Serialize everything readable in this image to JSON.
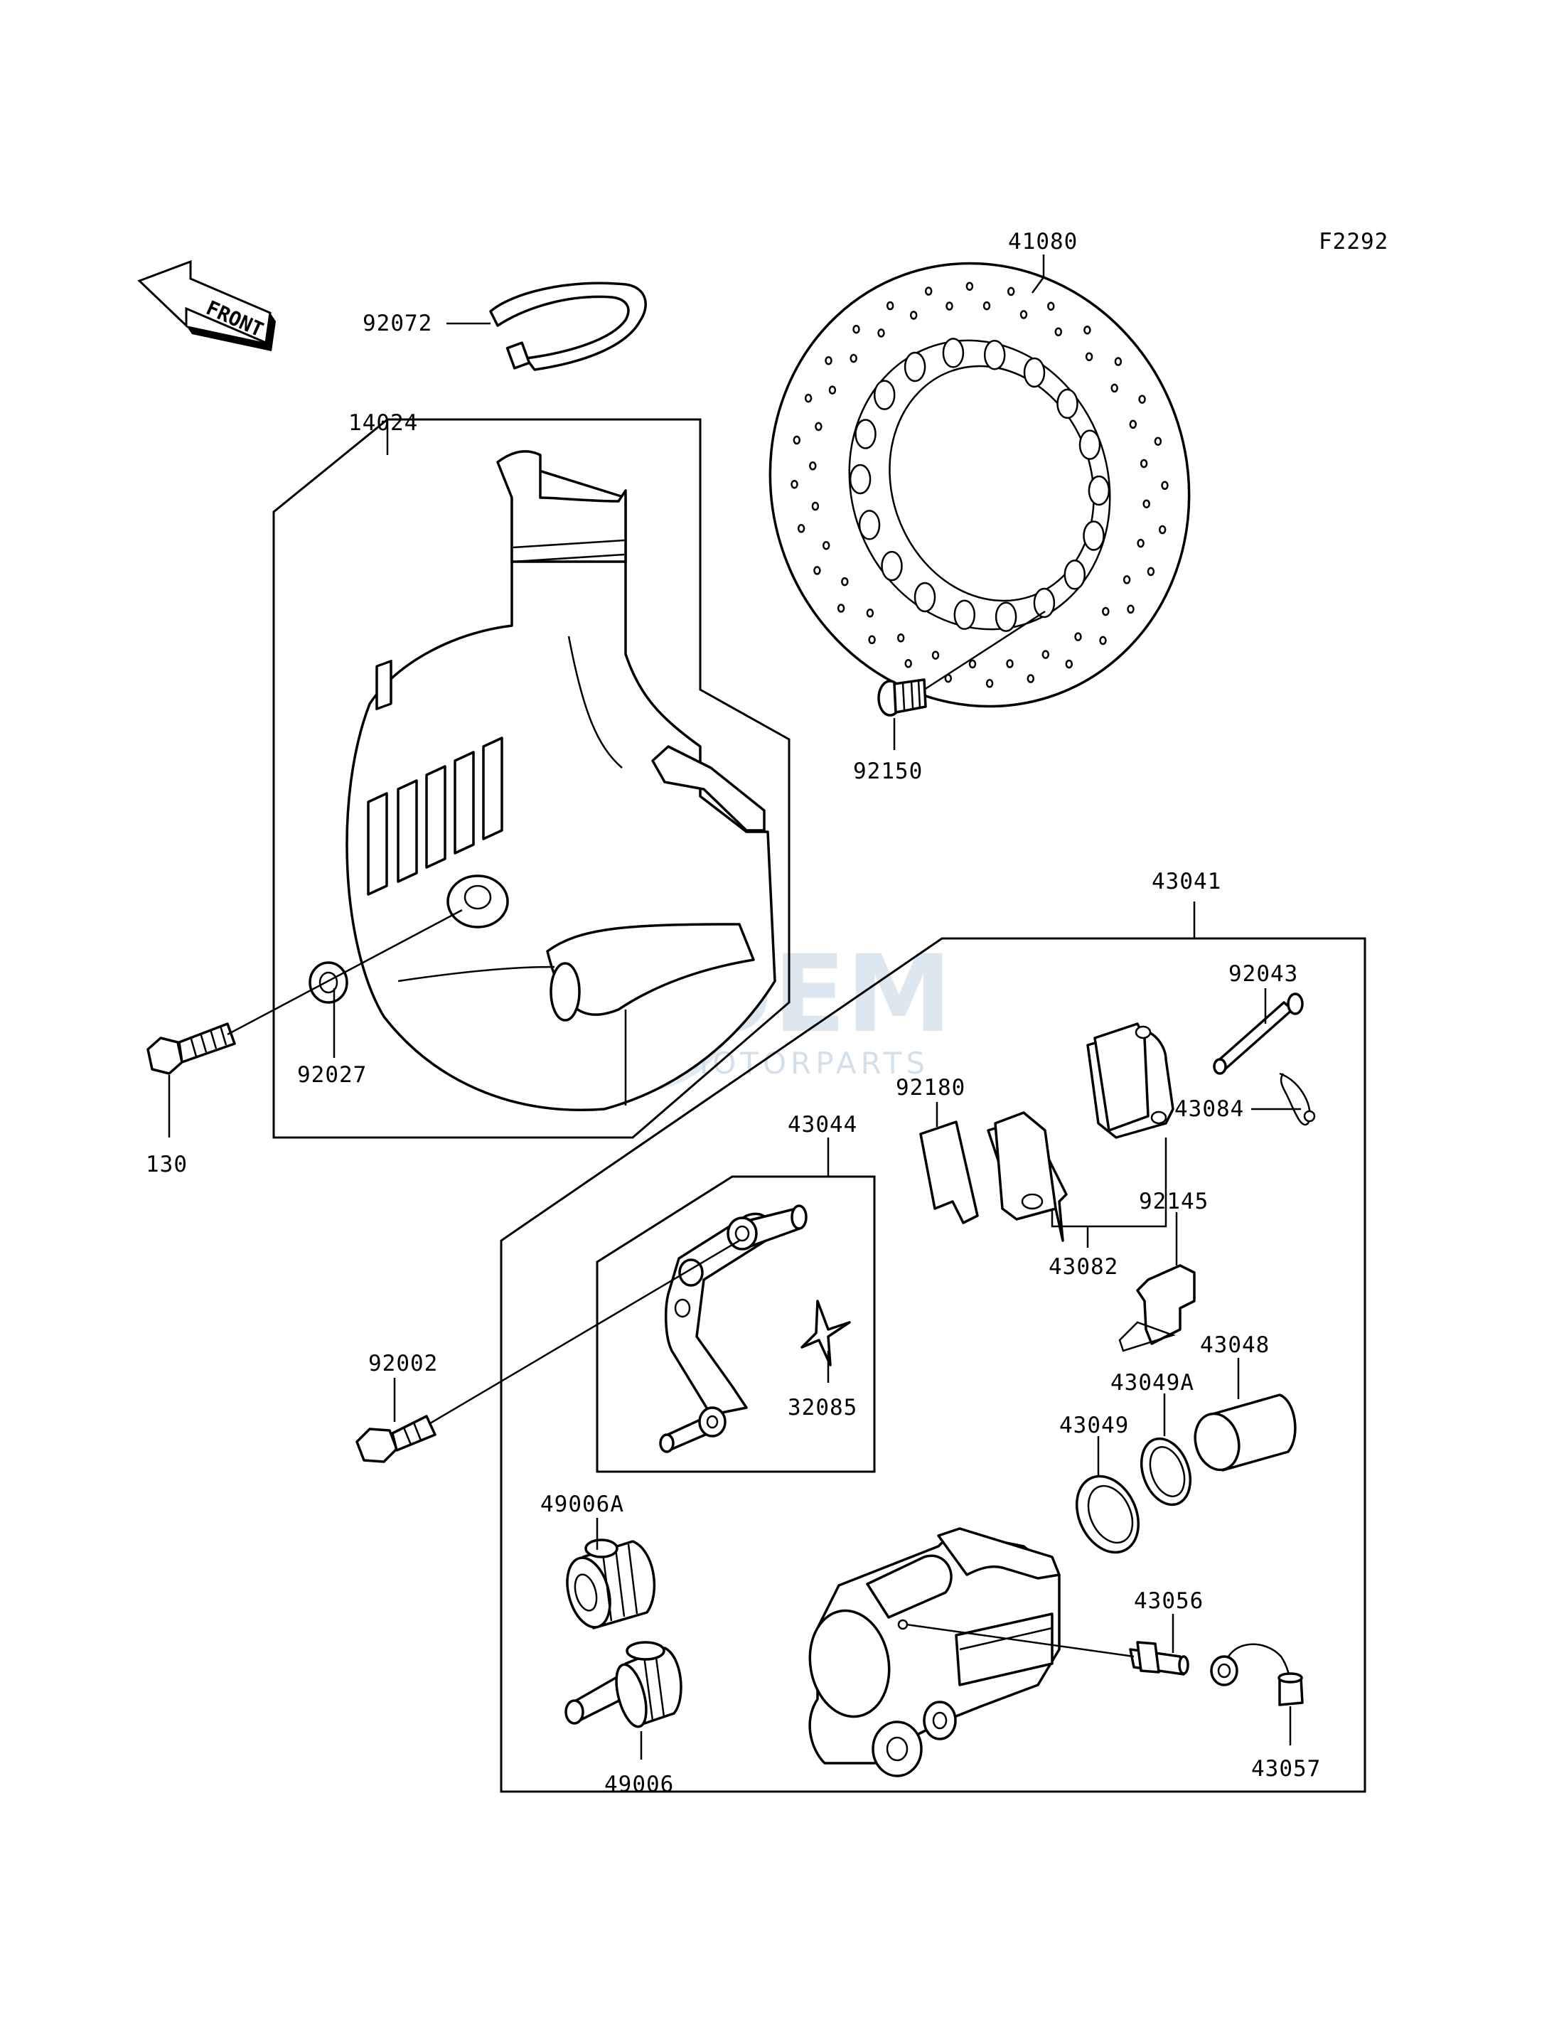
{
  "figure_code": "F2292",
  "front_arrow_text": "FRONT",
  "watermark": {
    "brand": "OEM",
    "sub": "MOTORPARTS"
  },
  "labels": {
    "p41080": "41080",
    "p92072": "92072",
    "p14024": "14024",
    "p92150": "92150",
    "p43041": "43041",
    "p92043": "92043",
    "p92180": "92180",
    "p43084": "43084",
    "p92027": "92027",
    "p130": "130",
    "p43044": "43044",
    "p92145": "92145",
    "p43082": "43082",
    "p92002": "92002",
    "p43048": "43048",
    "p43049A": "43049A",
    "p32085": "32085",
    "p43049": "43049",
    "p49006A": "49006A",
    "p43056": "43056",
    "p49006": "49006",
    "p43057": "43057"
  }
}
